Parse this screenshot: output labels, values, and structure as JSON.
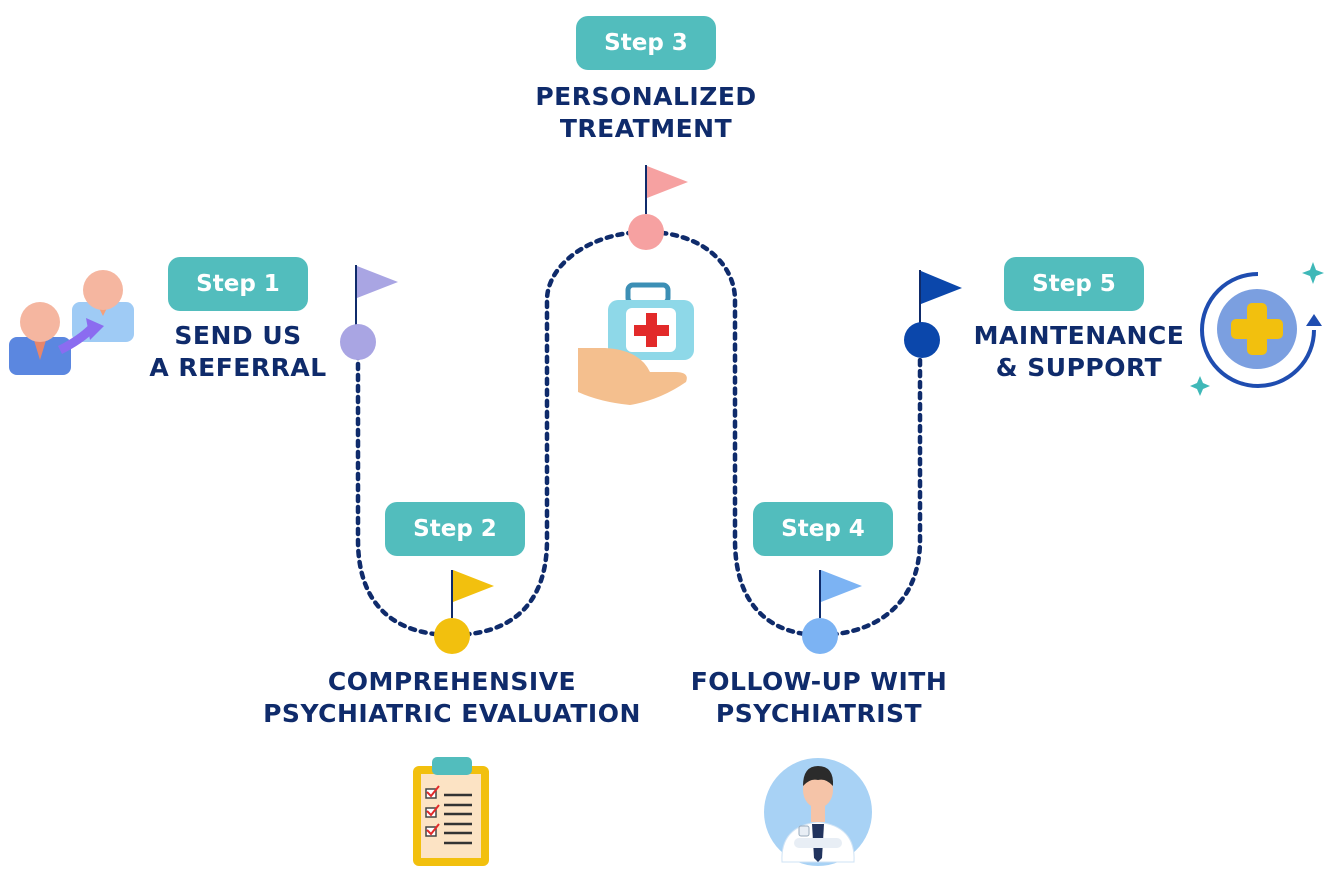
{
  "steps": [
    {
      "label": "Step 1",
      "title_line1": "SEND US",
      "title_line2": "A REFERRAL",
      "icon": "referral-people-icon",
      "color": "#a9a5e3"
    },
    {
      "label": "Step 2",
      "title_line1": "COMPREHENSIVE",
      "title_line2": "PSYCHIATRIC EVALUATION",
      "icon": "clipboard-checklist-icon",
      "color": "#f2c00e"
    },
    {
      "label": "Step 3",
      "title_line1": "PERSONALIZED",
      "title_line2": "TREATMENT",
      "icon": "medical-kit-hand-icon",
      "color": "#f6a1a1"
    },
    {
      "label": "Step 4",
      "title_line1": "FOLLOW-UP WITH",
      "title_line2": "PSYCHIATRIST",
      "icon": "doctor-avatar-icon",
      "color": "#7cb3f3"
    },
    {
      "label": "Step 5",
      "title_line1": "MAINTENANCE",
      "title_line2": "& SUPPORT",
      "icon": "medical-cross-cycle-icon",
      "color": "#0b47ab"
    }
  ],
  "colors": {
    "pill": "#52bdbd",
    "text": "#0f2b6b",
    "path": "#0f2b6b"
  }
}
